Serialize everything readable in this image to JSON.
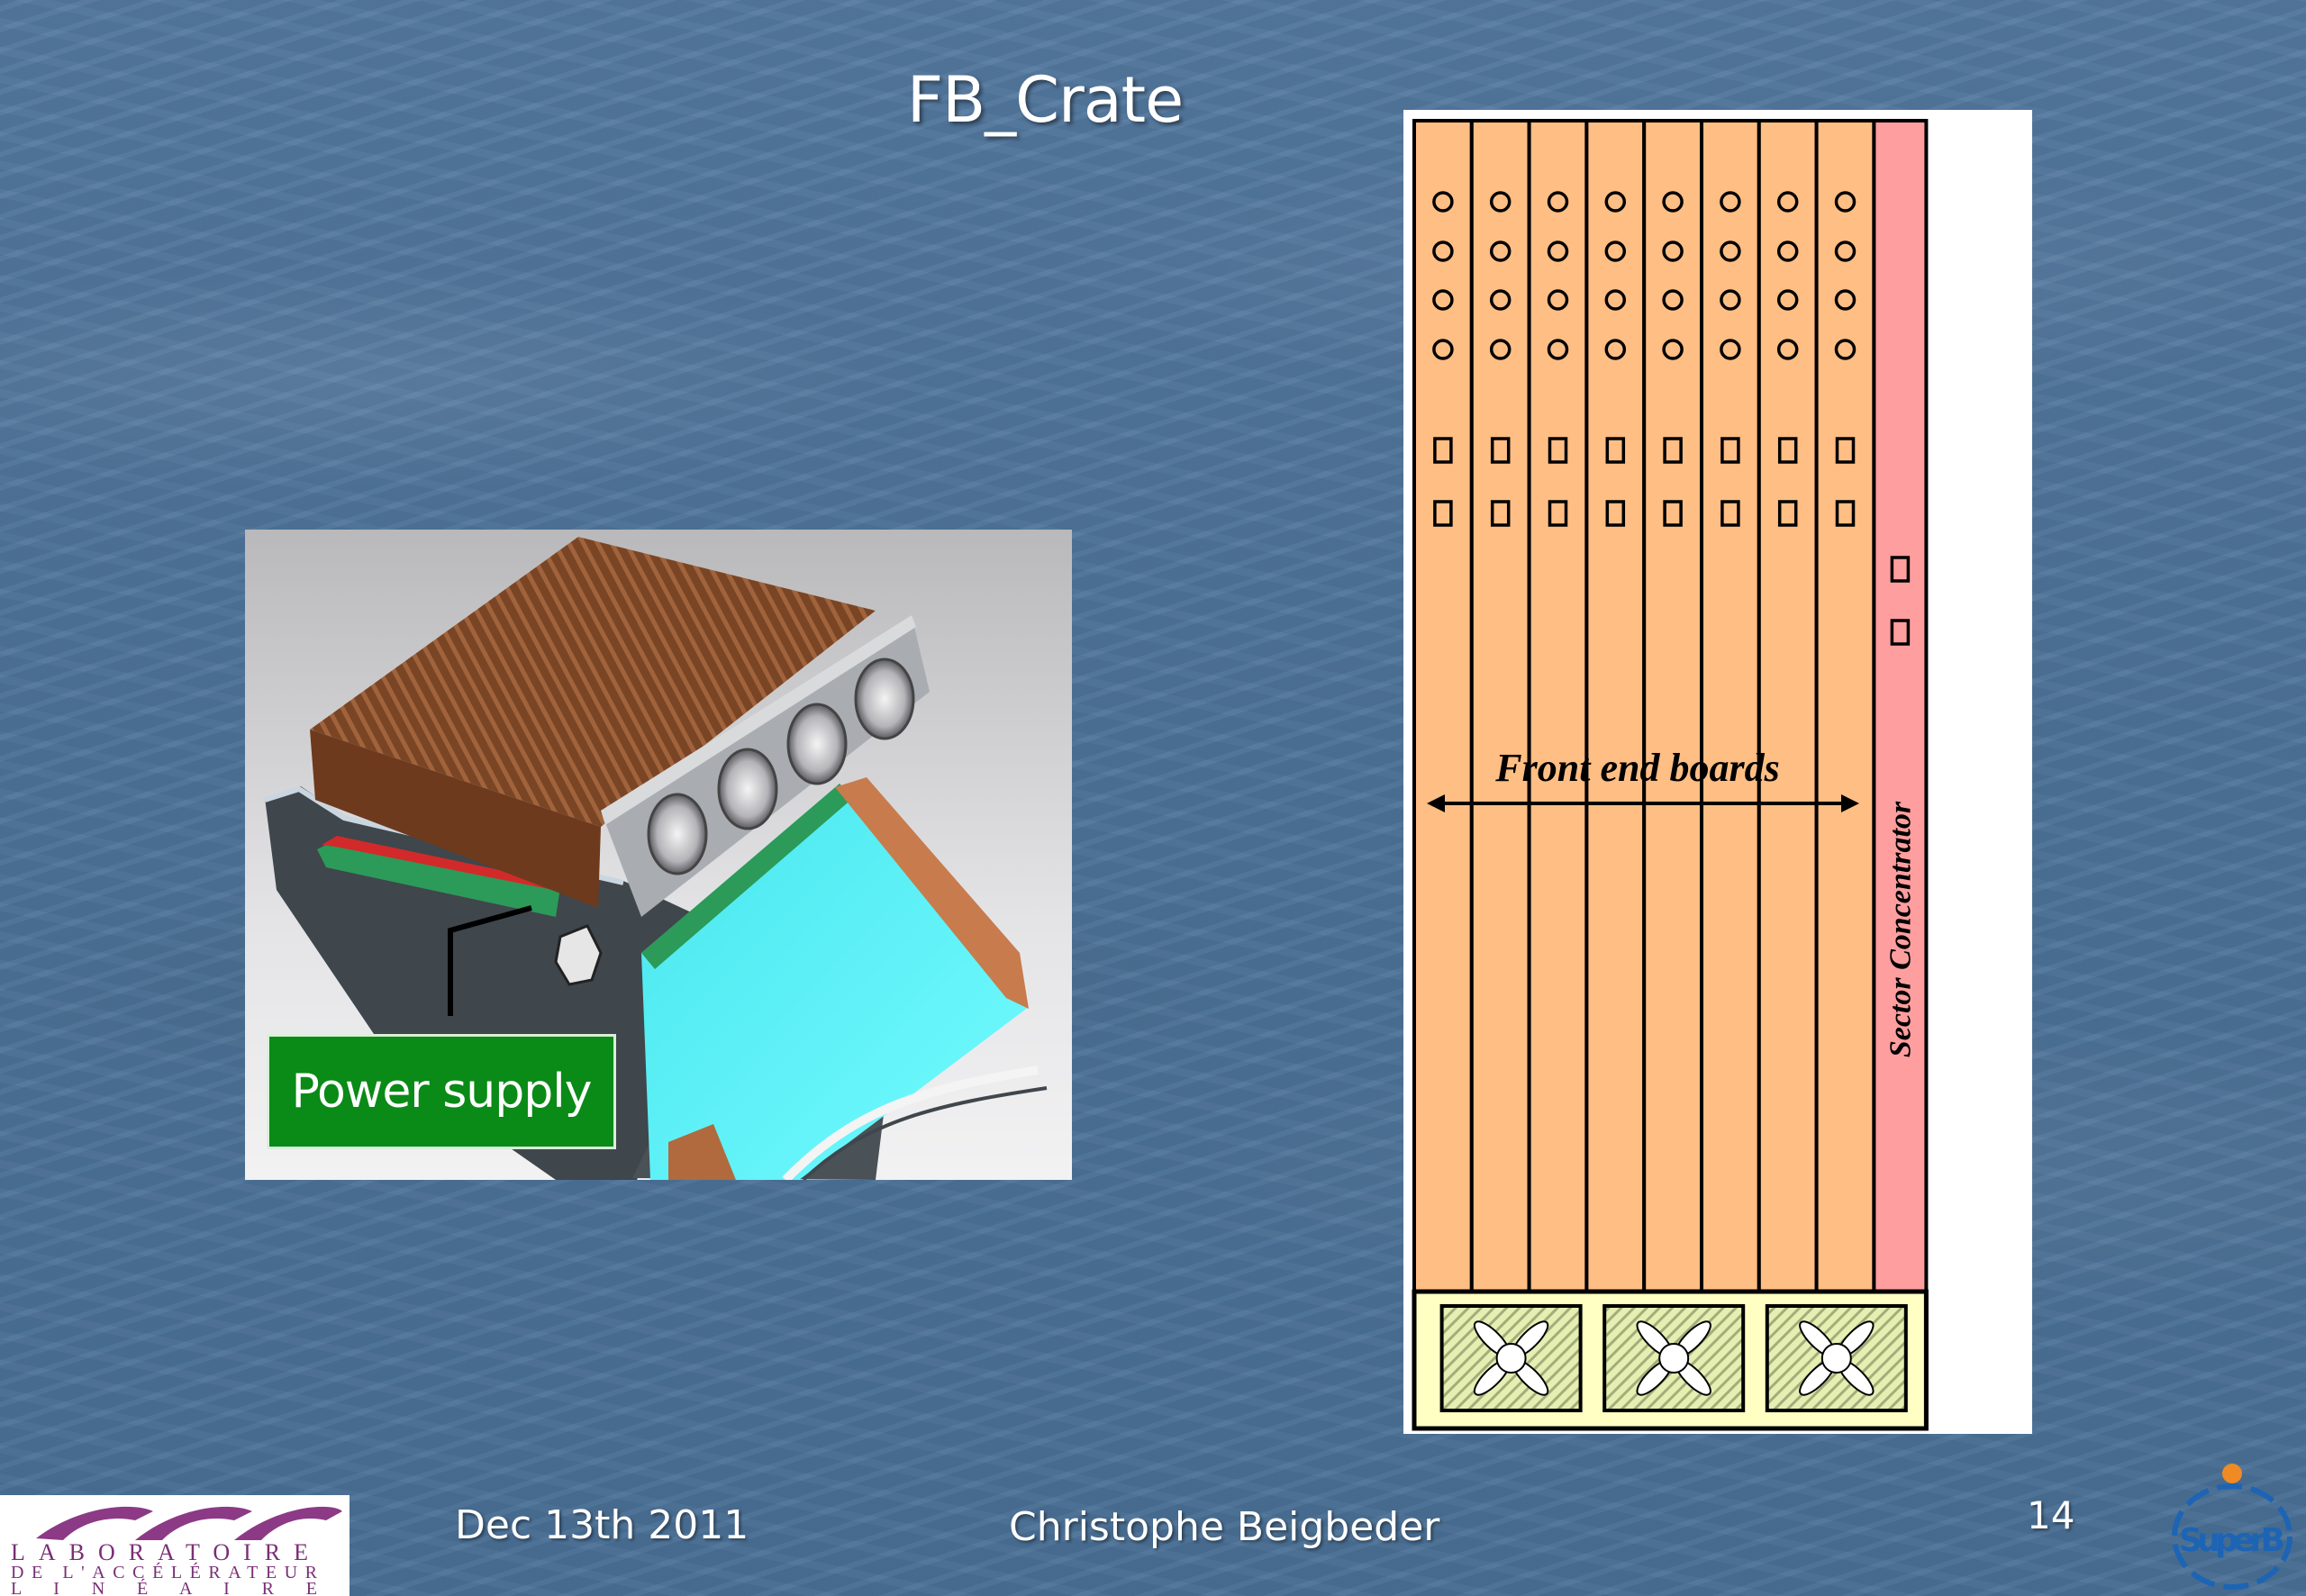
{
  "slide": {
    "title": "FB_Crate",
    "footer": {
      "date": "Dec 13th  2011",
      "author": "Christophe Beigbeder",
      "page_number": "14"
    }
  },
  "render_image": {
    "callout_label": "Power supply"
  },
  "crate_diagram": {
    "boards_label": "Front end boards",
    "concentrator_label": "Sector Concentrator",
    "board_count": 8,
    "fan_count": 3,
    "colors": {
      "board_fill": "#ffbe84",
      "concentrator_fill": "#ff9e9e",
      "fan_tray_fill": "#ffffc4",
      "outline": "#000000"
    }
  },
  "logos": {
    "lab_logo_lines": [
      "LABORATOIRE",
      "DE L'ACCÉLÉRATEUR",
      "L I N É A I R E"
    ],
    "superb_logo_text": "SuperB"
  }
}
